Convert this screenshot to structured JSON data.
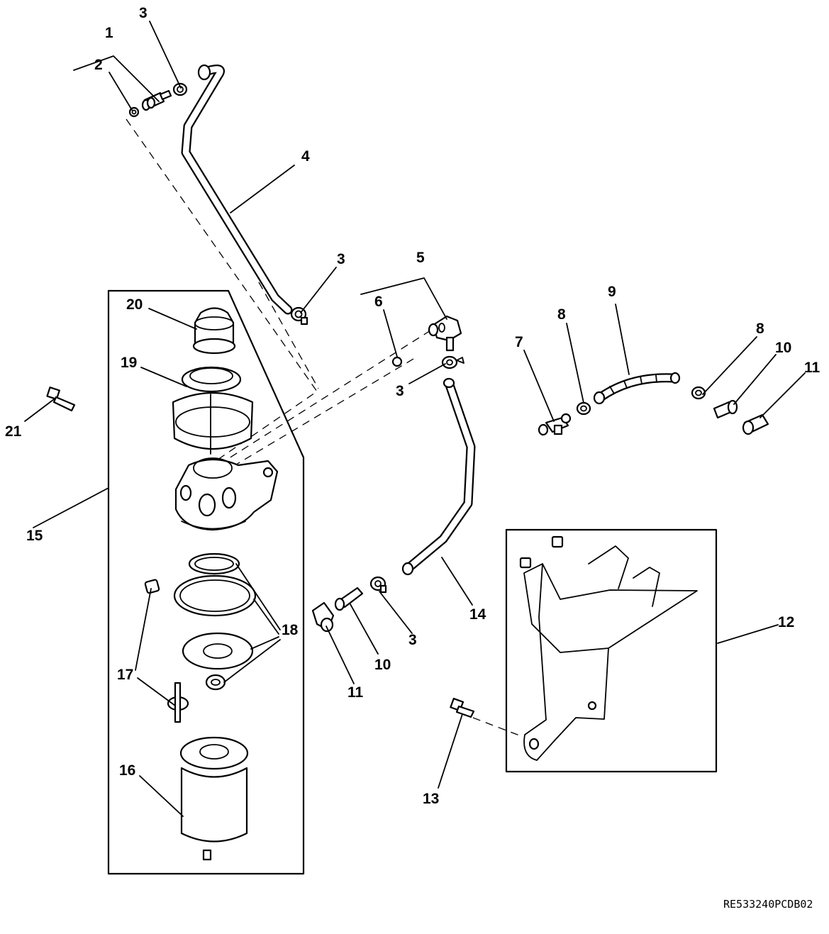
{
  "callouts": {
    "c1": "1",
    "c2": "2",
    "c3a": "3",
    "c3b": "3",
    "c3c": "3",
    "c3d": "3",
    "c4": "4",
    "c5": "5",
    "c6": "6",
    "c7": "7",
    "c8a": "8",
    "c8b": "8",
    "c9": "9",
    "c10a": "10",
    "c10b": "10",
    "c11a": "11",
    "c11b": "11",
    "c12": "12",
    "c13": "13",
    "c14": "14",
    "c15": "15",
    "c16": "16",
    "c17": "17",
    "c18": "18",
    "c19": "19",
    "c20": "20",
    "c21": "21"
  },
  "reference_code": "RE533240PCDB02"
}
